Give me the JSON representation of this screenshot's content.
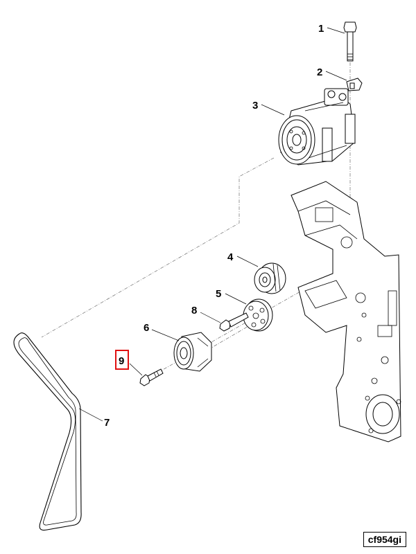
{
  "diagram": {
    "callouts": [
      "1",
      "2",
      "3",
      "4",
      "5",
      "6",
      "7",
      "8",
      "9"
    ],
    "highlighted_callout": "9",
    "highlight_color": "#e01010",
    "reference_code": "cf954gi"
  }
}
